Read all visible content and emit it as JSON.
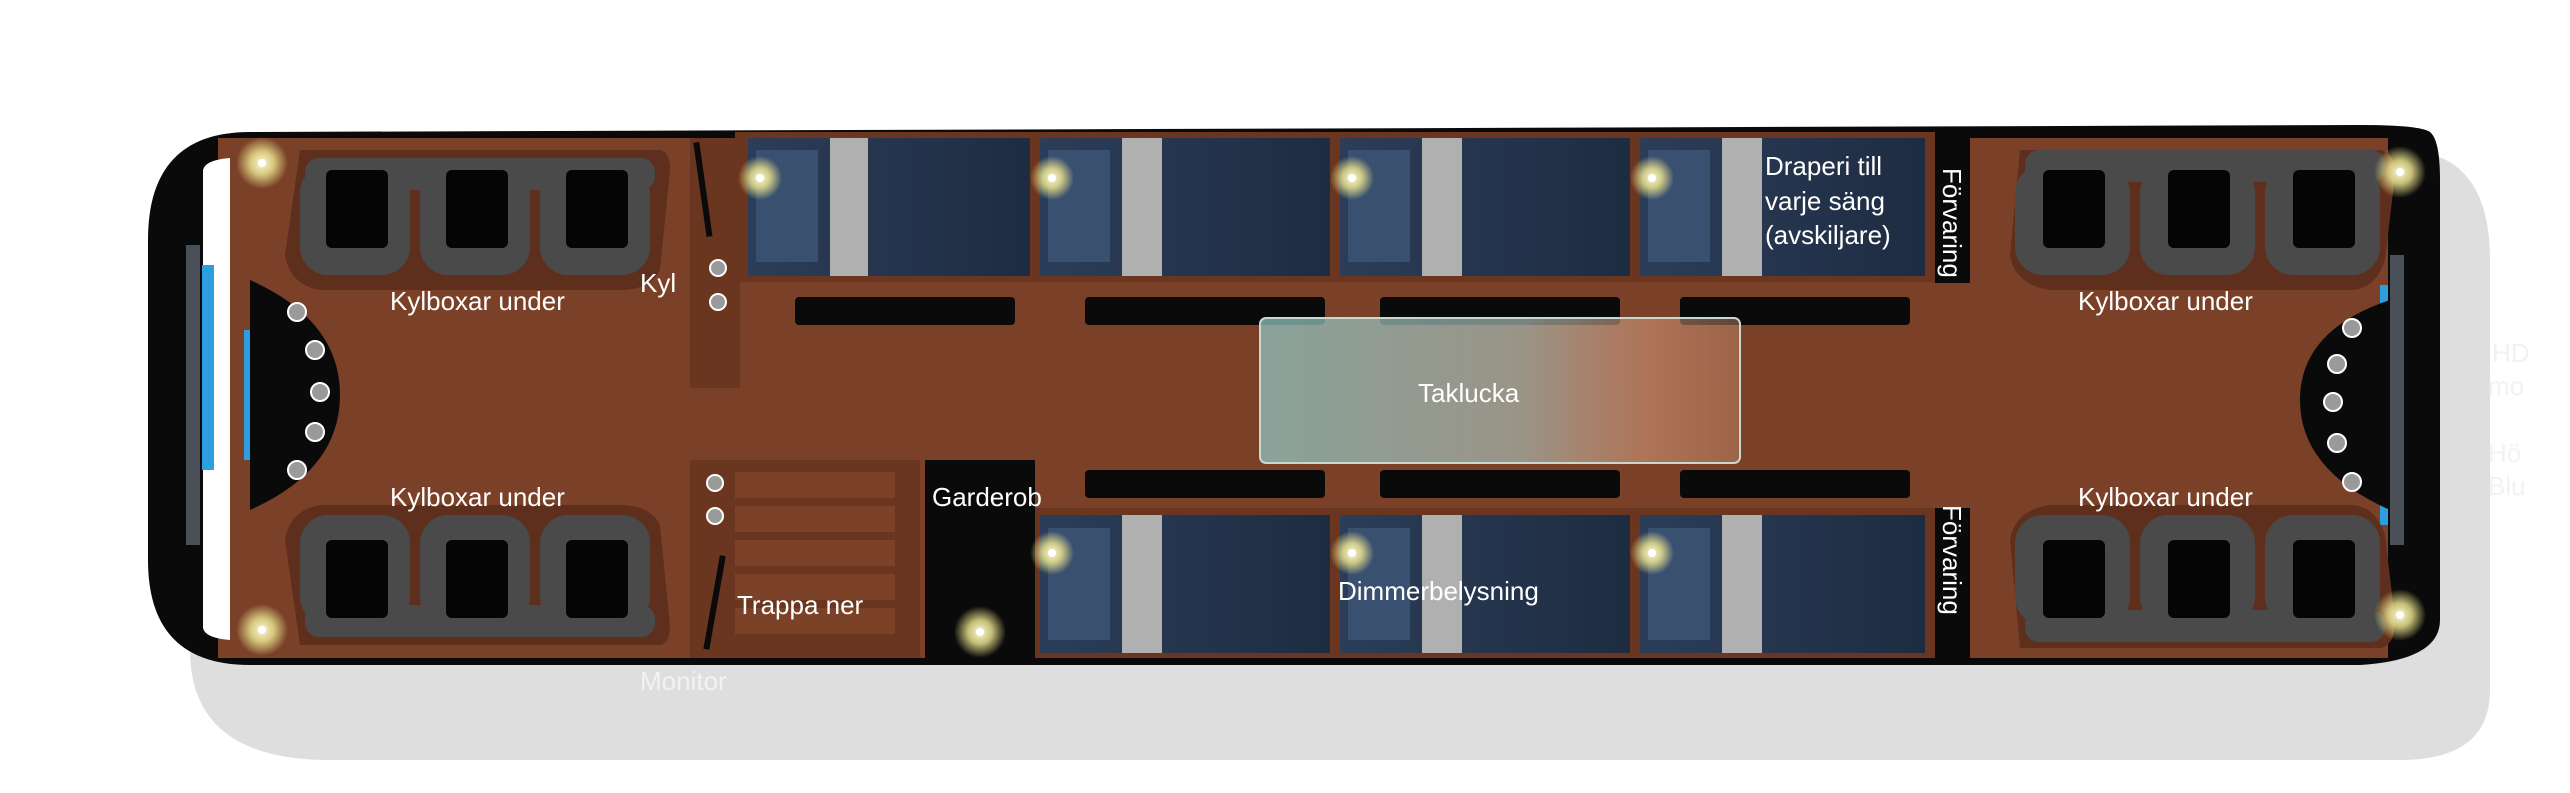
{
  "diagram": {
    "labels": {
      "coolbox_top_left": "Kylboxar under",
      "coolbox_bottom_left": "Kylboxar under",
      "coolbox_top_right": "Kylboxar under",
      "coolbox_bottom_right": "Kylboxar under",
      "coolbox_partial": "Kyl",
      "drape_line1": "Draperi till",
      "drape_line2": "varje säng",
      "drape_line3": "(avskiljare)",
      "storage_top": "Förvaring",
      "storage_bottom": "Förvaring",
      "roof_hatch": "Taklucka",
      "wardrobe": "Garderob",
      "stairs_down": "Trappa ner",
      "dimmer_lighting": "Dimmerbelysning",
      "monitor": "Monitor",
      "right_partial_1a": "HD",
      "right_partial_1b": "mo",
      "right_partial_2a": "Hö",
      "right_partial_2b": "Blu"
    },
    "colors": {
      "floor": "#7a4028",
      "floor_dark": "#5e2f1c",
      "bed": "#22324a",
      "bed_light": "#3a5070",
      "pillow": "#b0b0b0",
      "seat": "#4a4a4a",
      "lamp": "#e8e4a0",
      "shadow": "#dcdcdc",
      "accent_blue": "#2d9fe0"
    }
  }
}
